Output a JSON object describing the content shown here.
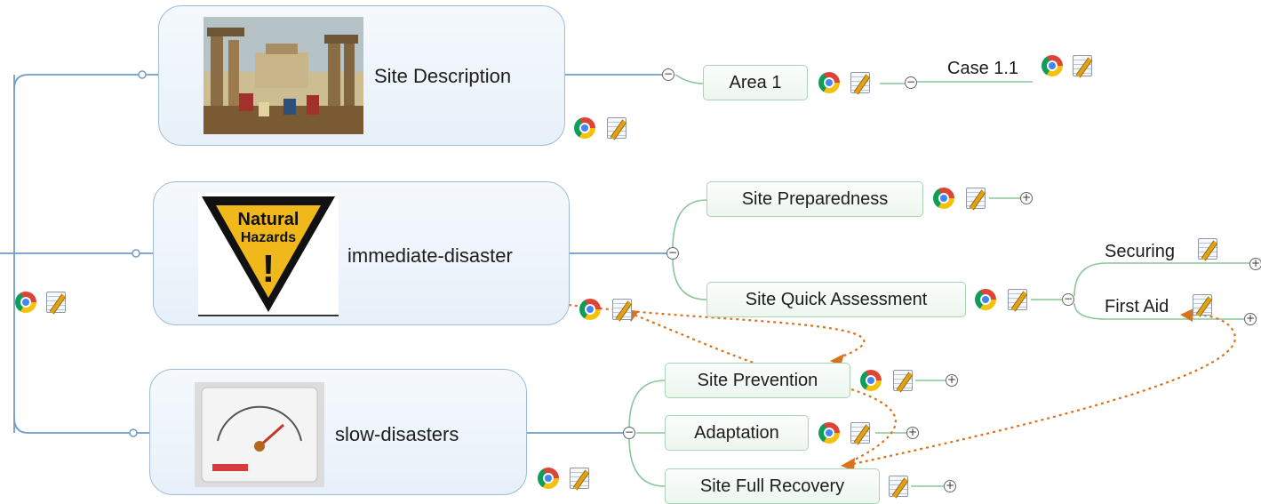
{
  "colors": {
    "main_line": "#6f9cc8",
    "sub_line": "#88c79a",
    "relationship_line": "#d9731e"
  },
  "topics": {
    "site_description": "Site Description",
    "immediate_disaster": "immediate-disaster",
    "slow_disasters": "slow-disasters"
  },
  "subtopics": {
    "area_1": "Area 1",
    "case_1_1": "Case 1.1",
    "site_preparedness": "Site Preparedness",
    "site_quick_assessment": "Site Quick Assessment",
    "securing": "Securing",
    "first_aid": "First Aid",
    "site_prevention": "Site Prevention",
    "adaptation": "Adaptation",
    "site_full_recovery": "Site Full Recovery"
  },
  "hazard_sign": {
    "line1": "Natural",
    "line2": "Hazards",
    "symbol": "!"
  },
  "icons": {
    "link": "chrome-icon",
    "note": "notes-icon",
    "collapse": "collapse-toggle-icon",
    "expand": "expand-toggle-icon"
  }
}
